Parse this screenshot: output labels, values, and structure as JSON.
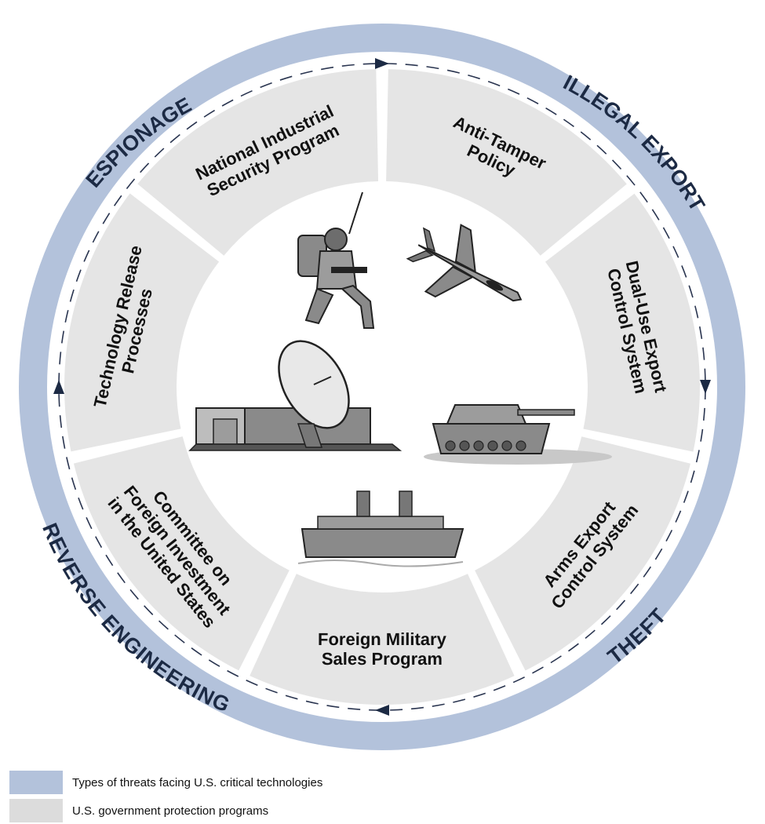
{
  "threats": [
    {
      "id": "espionage",
      "label": "ESPIONAGE"
    },
    {
      "id": "illegal-export",
      "label": "ILLEGAL EXPORT"
    },
    {
      "id": "theft",
      "label": "THEFT"
    },
    {
      "id": "reverse-engineering",
      "label": "REVERSE ENGINEERING"
    }
  ],
  "programs": [
    {
      "id": "nisp",
      "lines": [
        "National Industrial",
        "Security Program"
      ]
    },
    {
      "id": "anti-tamper",
      "lines": [
        "Anti-Tamper",
        "Policy"
      ]
    },
    {
      "id": "dual-use",
      "lines": [
        "Dual-Use Export",
        "Control System"
      ]
    },
    {
      "id": "arms-export",
      "lines": [
        "Arms Export",
        "Control System"
      ]
    },
    {
      "id": "fms",
      "lines": [
        "Foreign Military",
        "Sales Program"
      ]
    },
    {
      "id": "cfius",
      "lines": [
        "Committee on",
        "Foreign Investment",
        "in the United States"
      ]
    },
    {
      "id": "tech-release",
      "lines": [
        "Technology Release",
        "Processes"
      ]
    }
  ],
  "center_icons": [
    "soldier-icon",
    "fighter-jet-icon",
    "satellite-dish-icon",
    "tank-icon",
    "ship-icon"
  ],
  "legend": [
    {
      "label": "Types of threats facing U.S. critical technologies",
      "color": "#b3c2db"
    },
    {
      "label": "U.S. government protection programs",
      "color": "#dcdcdc"
    }
  ],
  "colors": {
    "ring": "#b3c2db",
    "segment": "#e5e5e5",
    "arrow": "#1c2a44"
  }
}
